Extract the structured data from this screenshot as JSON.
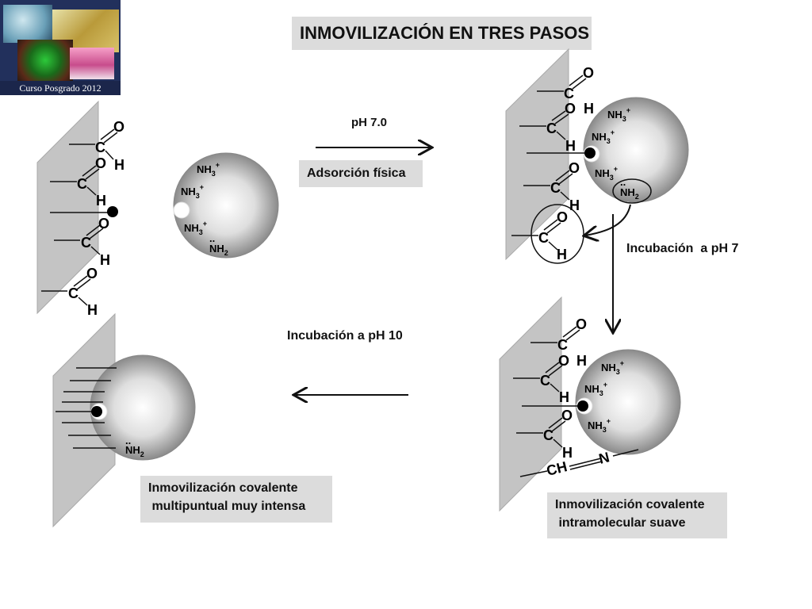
{
  "header": {
    "title": "INMOVILIZACIÓN EN TRES PASOS",
    "logo_caption": "Curso Posgrado 2012"
  },
  "steps": {
    "ph_label": "pH 7.0",
    "adsorcion": "Adsorción física",
    "incubacion_ph7": "Incubación  a pH 7",
    "incubacion_ph10": "Incubación a pH 10",
    "suave": "Inmovilización covalente\n intramolecular suave",
    "intensa": "Inmovilización covalente\n multipuntual muy intensa"
  },
  "chem": {
    "carbon": "C",
    "oxygen": "O",
    "hydrogen": "H",
    "nh3": "NH",
    "nh3_sub": "3",
    "plus": "+",
    "nh2": "NH",
    "nh2_sub": "2",
    "lone_pair": "..",
    "ch": "CH",
    "n": "N"
  },
  "colors": {
    "support_fill": "#c4c4c4",
    "support_stroke": "#a9a9a9",
    "box_fill": "#dcdcdc",
    "ink": "#111111"
  }
}
